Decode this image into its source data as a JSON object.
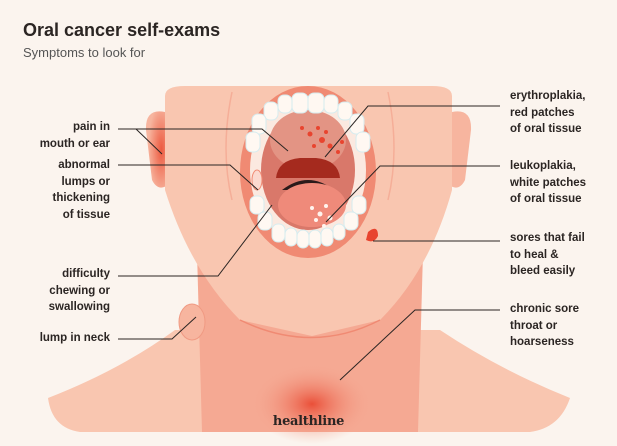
{
  "header": {
    "title": "Oral cancer self-exams",
    "subtitle": "Symptoms to look for"
  },
  "labels_left": [
    {
      "lines": [
        "pain in",
        "mouth or ear"
      ]
    },
    {
      "lines": [
        "abnormal",
        "lumps or",
        "thickening",
        "of tissue"
      ]
    },
    {
      "lines": [
        "difficulty",
        "chewing or",
        "swallowing"
      ]
    },
    {
      "lines": [
        "lump in neck"
      ]
    }
  ],
  "labels_right": [
    {
      "lines": [
        "erythroplakia,",
        "red patches",
        "of oral tissue"
      ]
    },
    {
      "lines": [
        "leukoplakia,",
        "white patches",
        "of oral tissue"
      ]
    },
    {
      "lines": [
        "sores that fail",
        "to heal &",
        "bleed easily"
      ]
    },
    {
      "lines": [
        "chronic sore",
        "throat or",
        "hoarseness"
      ]
    }
  ],
  "brand": "healthline",
  "colors": {
    "background": "#fbf4ee",
    "skin_light": "#f9c6b0",
    "skin_mid": "#f5a993",
    "lips": "#ef7e6a",
    "symptom_red": "#e8442f",
    "text": "#2b2523"
  }
}
